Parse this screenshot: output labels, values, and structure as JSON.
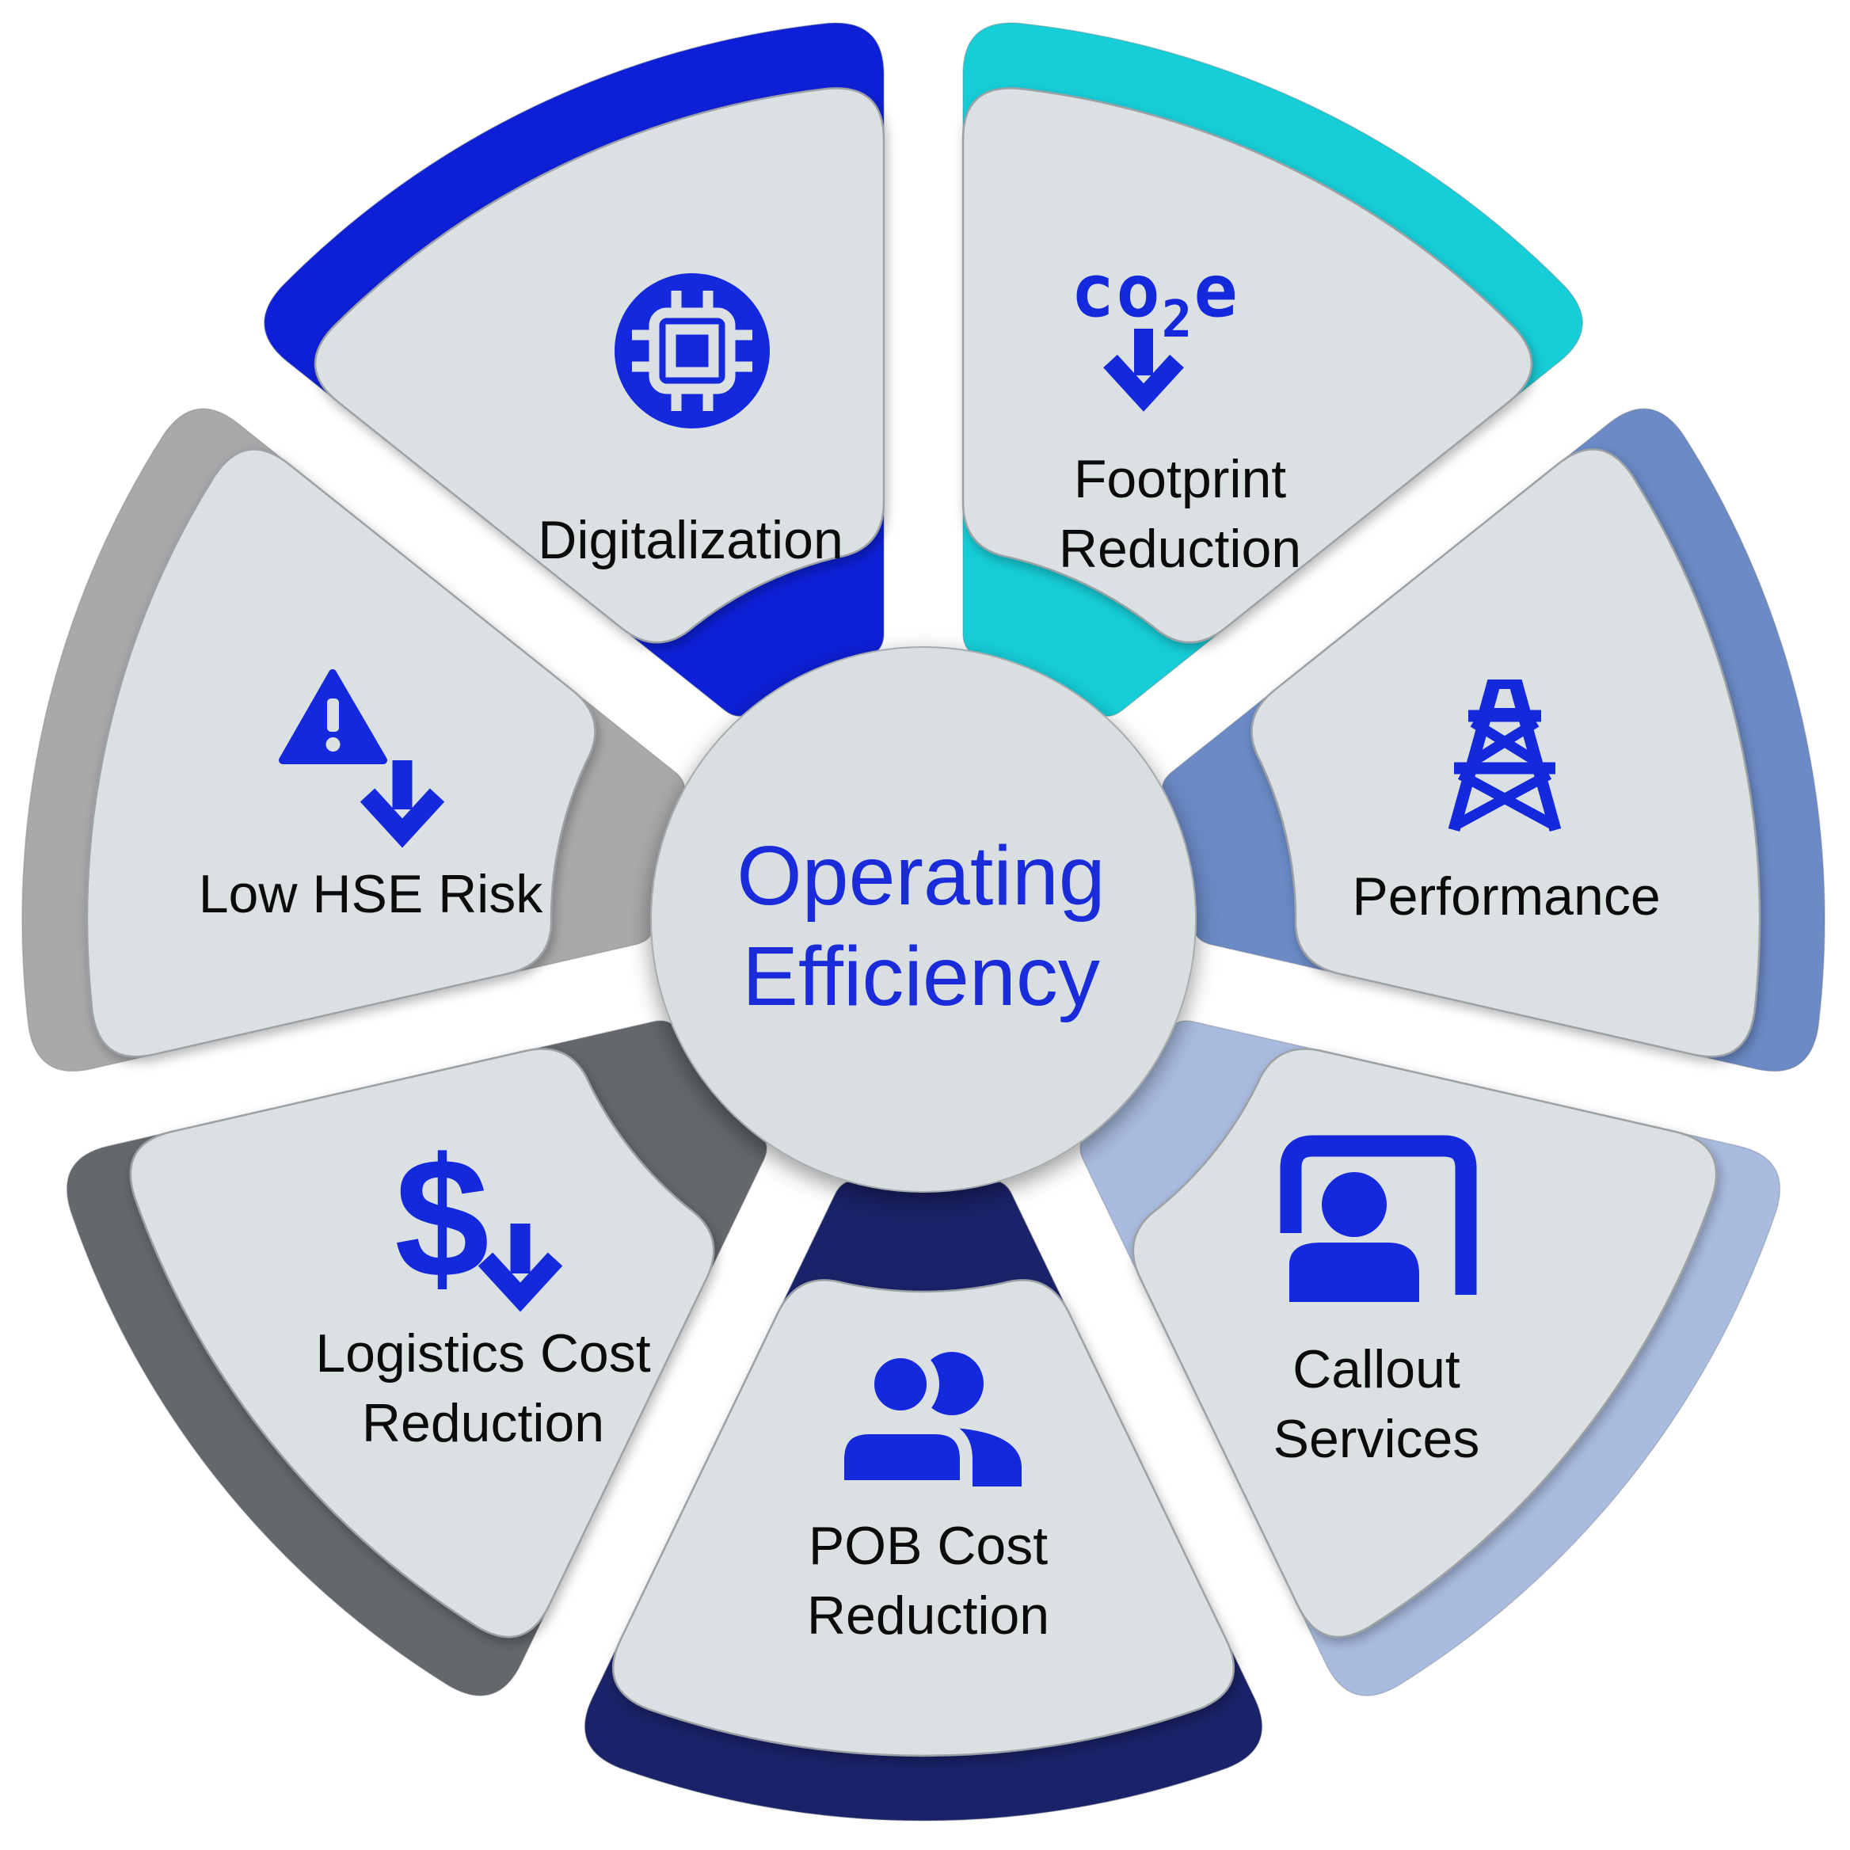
{
  "diagram": {
    "title_lines": [
      "Operating",
      "Efficiency"
    ]
  },
  "segments": [
    {
      "name": "Digitalization",
      "lines": [
        "Digitalization"
      ],
      "band_color": "#0d20d7",
      "icon": "chip-icon"
    },
    {
      "name": "Footprint Reduction",
      "lines": [
        "Footprint",
        "Reduction"
      ],
      "band_color": "#16ced8",
      "icon": "co2e-down-icon",
      "icon_text": {
        "co": "co",
        "sub": "2",
        "e": "e"
      }
    },
    {
      "name": "Performance",
      "lines": [
        "Performance"
      ],
      "band_color": "#6b8ac6",
      "icon": "oil-derrick-icon"
    },
    {
      "name": "Callout Services",
      "lines": [
        "Callout",
        "Services"
      ],
      "band_color": "#a9bbdf",
      "icon": "person-frame-icon"
    },
    {
      "name": "POB Cost Reduction",
      "lines": [
        "POB Cost",
        "Reduction"
      ],
      "band_color": "#1a2269",
      "icon": "people-icon"
    },
    {
      "name": "Logistics Cost Reduction",
      "lines": [
        "Logistics Cost",
        "Reduction"
      ],
      "band_color": "#64676b",
      "icon": "dollar-down-icon",
      "icon_text": "$"
    },
    {
      "name": "Low HSE Risk",
      "lines": [
        "Low HSE Risk"
      ],
      "band_color": "#a9a9ab",
      "icon": "warning-down-icon"
    }
  ],
  "colors": {
    "background": "#ffffff",
    "wedge_fill": "#dbe0e2",
    "wedge_stroke": "#9ba1a5",
    "circle_fill": "#d9dee1",
    "circle_stroke": "#a6abae",
    "icon_blue": "#1428dc",
    "label_color": "#0b0b0c",
    "center_text_color": "#1a2cd9"
  }
}
